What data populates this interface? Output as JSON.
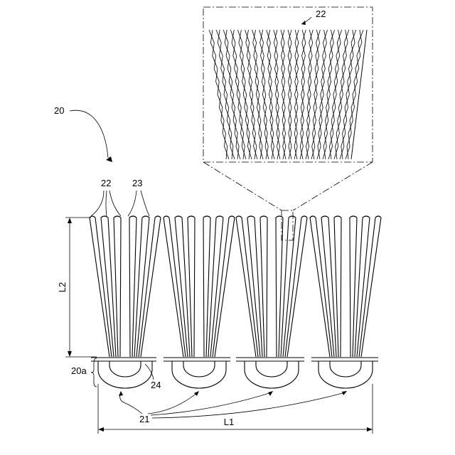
{
  "figure": {
    "labels": {
      "ref_20": "20",
      "ref_20a": "20a",
      "ref_21": "21",
      "ref_22_top": "22",
      "ref_22": "22",
      "ref_23": "23",
      "ref_24": "24",
      "dim_L1": "L1",
      "dim_L2": "L2"
    },
    "unit_count": 4
  },
  "colors": {
    "ink": "#000000",
    "paper": "#ffffff"
  }
}
